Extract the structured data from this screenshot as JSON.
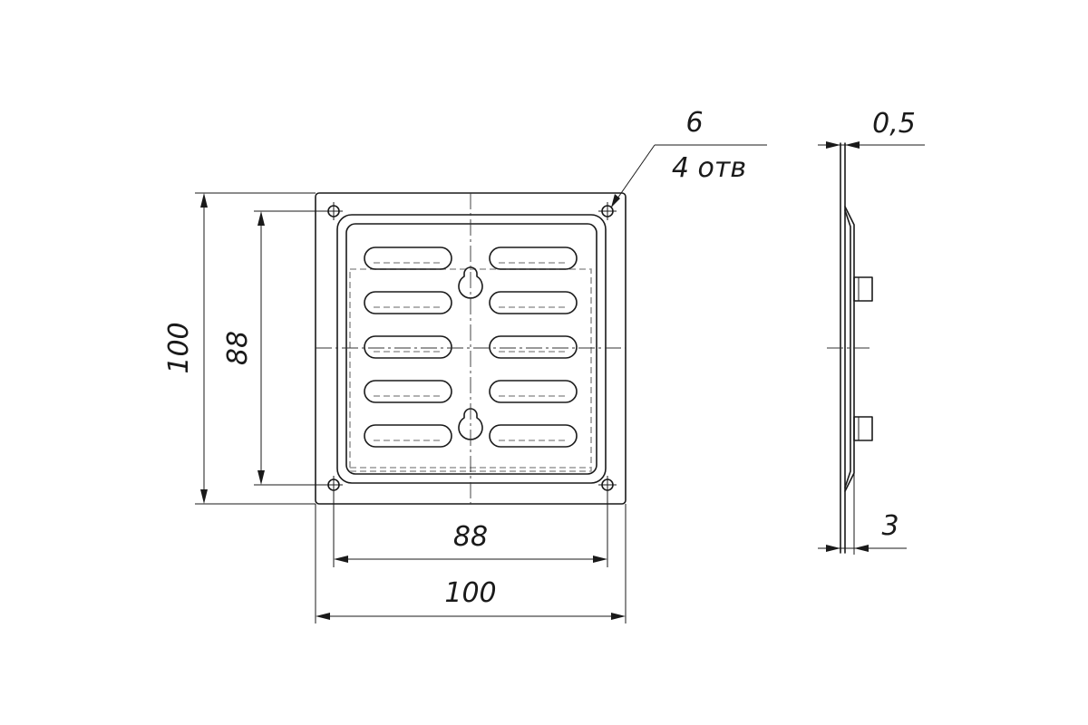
{
  "drawing": {
    "dimensions": {
      "outer_width": "100",
      "inner_width": "88",
      "outer_height": "100",
      "inner_height": "88",
      "hole_diameter": "6",
      "hole_count": "4 отв",
      "plate_thickness": "0,5",
      "depth": "3"
    },
    "front_view": {
      "slot_columns": 2,
      "slot_rows": 5,
      "keyhole_count": 2,
      "corner_hole_count": 4
    },
    "line_color": "#1a1a1a"
  }
}
